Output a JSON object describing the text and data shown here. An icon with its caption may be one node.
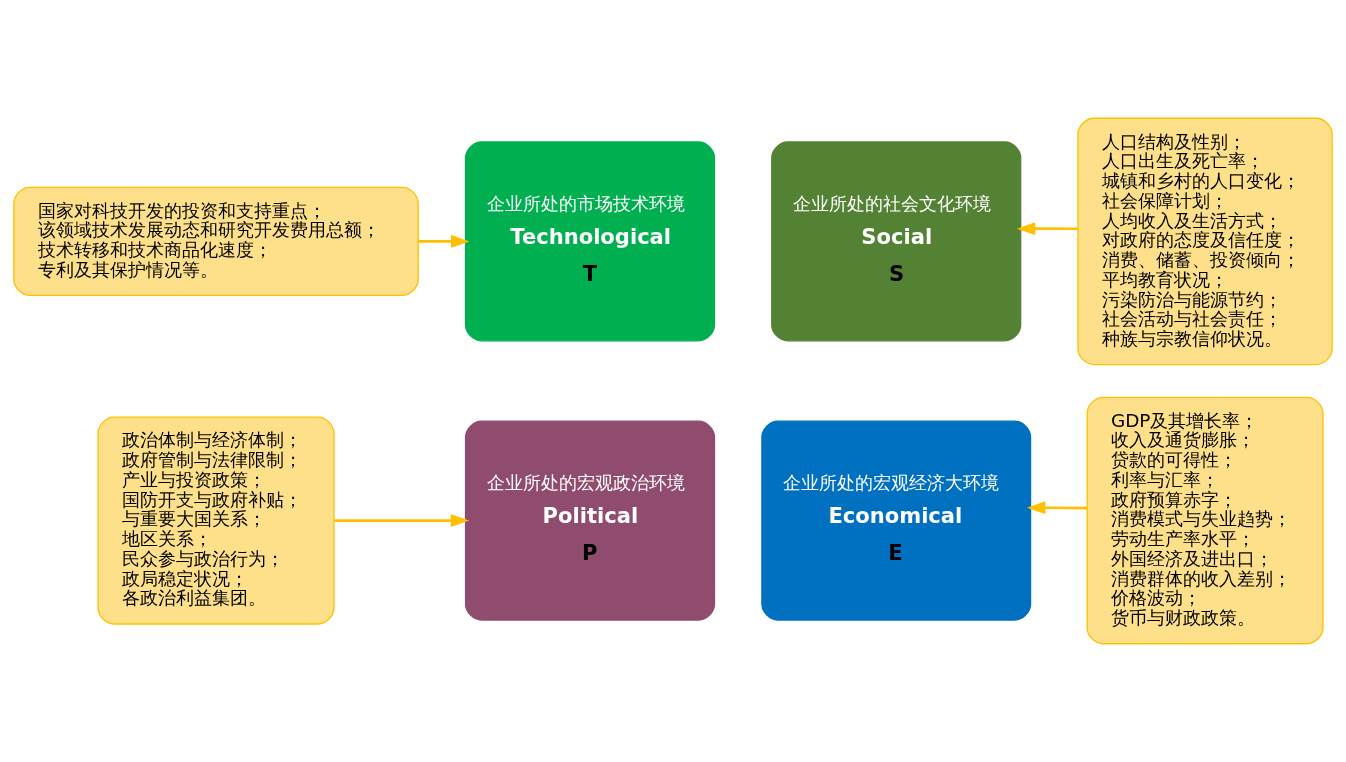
{
  "diagram": {
    "nodes": [
      {
        "text": [
          "政治体制与经济体制；",
          "政府管制与法律限制；",
          "产业与投资政策；",
          "国防开支与政府补贴；",
          "与重要大国关系；",
          "地区关系；",
          "民众参与政治行为；",
          "政局稳定状况；",
          "各政治利益集团。"
        ]
      },
      {
        "text": [
          "企业所处的宏观政治环境",
          "Political",
          "P"
        ]
      },
      {
        "text": [
          "企业所处的宏观经济大环境",
          "Economical",
          "E"
        ]
      },
      {
        "text": [
          "GDP及其增长率；",
          "收入及通货膨胀；",
          "贷款的可得性；",
          "利率与汇率；",
          "政府预算赤字；",
          "消费模式与失业趋势；",
          "劳动生产率水平；",
          "外国经济及进出口；",
          "消费群体的收入差别；",
          "价格波动；",
          "货币与财政政策。"
        ]
      },
      {
        "text": [
          "国家对科技开发的投资和支持重点；",
          "该领域技术发展动态和研究开发费用总额；",
          "技术转移和技术商品化速度；",
          "专利及其保护情况等。"
        ]
      },
      {
        "text": [
          "企业所处的市场技术环境",
          "Technological",
          "T"
        ]
      },
      {
        "text": [
          "企业所处的社会文化环境",
          "Social",
          "S"
        ]
      },
      {
        "text": [
          "人口结构及性别；",
          "人口出生及死亡率；",
          "城镇和乡村的人口变化；",
          "社会保障计划；",
          "人均收入及生活方式；",
          "对政府的态度及信任度；",
          "消费、储蓄、投资倾向；",
          "平均教育状况；",
          "污染防治与能源节约；",
          "社会活动与社会责任；",
          "种族与宗教信仰状况。"
        ]
      }
    ],
    "edges": [
      {
        "from": 0,
        "to": 1,
        "arrow": "to"
      },
      {
        "from": 3,
        "to": 2,
        "arrow": "to"
      },
      {
        "from": 4,
        "to": 5,
        "arrow": "to"
      },
      {
        "from": 7,
        "to": 6,
        "arrow": "to"
      }
    ]
  }
}
